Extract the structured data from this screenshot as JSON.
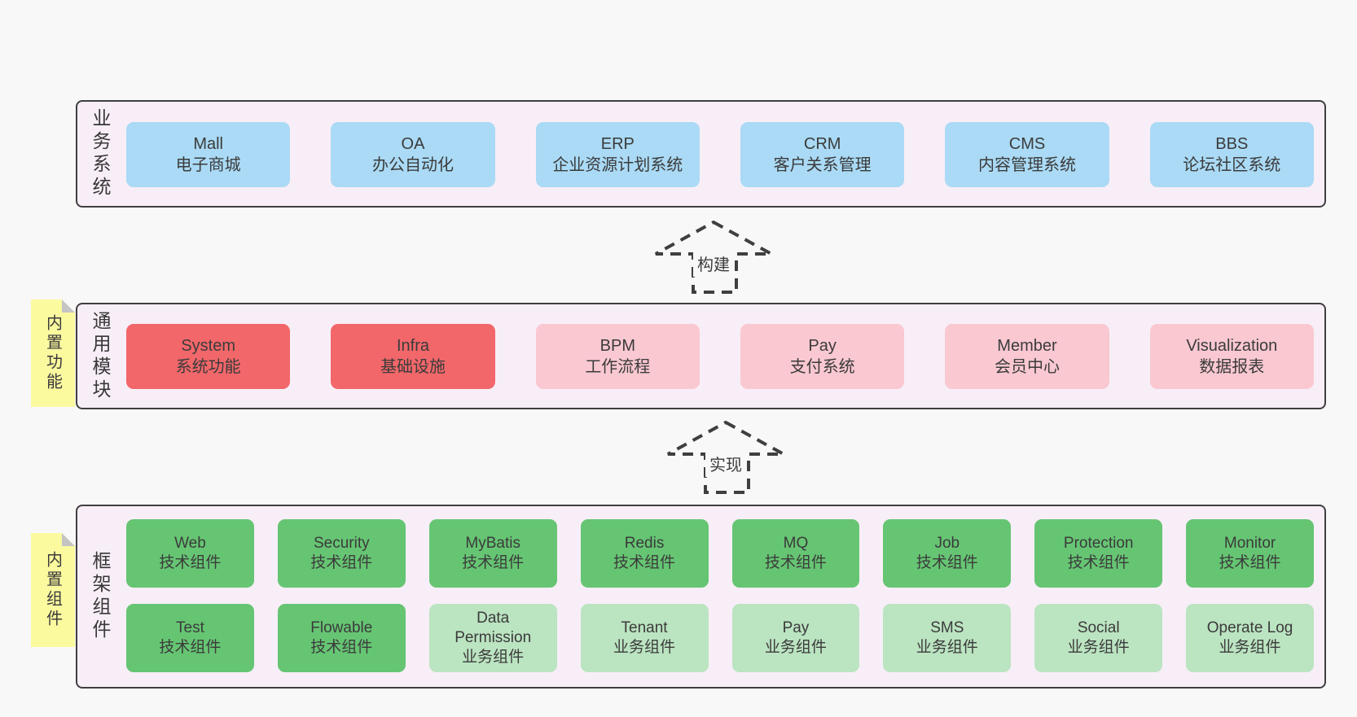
{
  "colors": {
    "page-bg": "#f8f8f8",
    "band-bg": "#f8eef7",
    "line": "#3f3f3f",
    "text": "#3a3a3a",
    "box-blue": "#aadaf5",
    "box-red": "#f2676a",
    "box-pink": "#f9c8d1",
    "box-green": "#66c573",
    "box-green-light": "#bbe4c1",
    "sticky-bg": "#fcfa9f",
    "sticky-fold": "#c4c4c4"
  },
  "bands": {
    "business": {
      "label": "业务系统",
      "boxes": [
        {
          "en": "Mall",
          "zh": "电子商城"
        },
        {
          "en": "OA",
          "zh": "办公自动化"
        },
        {
          "en": "ERP",
          "zh": "企业资源计划系统"
        },
        {
          "en": "CRM",
          "zh": "客户关系管理"
        },
        {
          "en": "CMS",
          "zh": "内容管理系统"
        },
        {
          "en": "BBS",
          "zh": "论坛社区系统"
        }
      ]
    },
    "modules": {
      "label": "通用模块",
      "sticky": "内置功能",
      "boxes": [
        {
          "en": "System",
          "zh": "系统功能"
        },
        {
          "en": "Infra",
          "zh": "基础设施"
        },
        {
          "en": "BPM",
          "zh": "工作流程"
        },
        {
          "en": "Pay",
          "zh": "支付系统"
        },
        {
          "en": "Member",
          "zh": "会员中心"
        },
        {
          "en": "Visualization",
          "zh": "数据报表"
        }
      ]
    },
    "components": {
      "label": "框架组件",
      "sticky": "内置组件",
      "row1": [
        {
          "en": "Web",
          "zh": "技术组件"
        },
        {
          "en": "Security",
          "zh": "技术组件"
        },
        {
          "en": "MyBatis",
          "zh": "技术组件"
        },
        {
          "en": "Redis",
          "zh": "技术组件"
        },
        {
          "en": "MQ",
          "zh": "技术组件"
        },
        {
          "en": "Job",
          "zh": "技术组件"
        },
        {
          "en": "Protection",
          "zh": "技术组件"
        },
        {
          "en": "Monitor",
          "zh": "技术组件"
        }
      ],
      "row2": [
        {
          "en": "Test",
          "zh": "技术组件"
        },
        {
          "en": "Flowable",
          "zh": "技术组件"
        },
        {
          "en": "Data Permission",
          "zh": "业务组件"
        },
        {
          "en": "Tenant",
          "zh": "业务组件"
        },
        {
          "en": "Pay",
          "zh": "业务组件"
        },
        {
          "en": "SMS",
          "zh": "业务组件"
        },
        {
          "en": "Social",
          "zh": "业务组件"
        },
        {
          "en": "Operate Log",
          "zh": "业务组件"
        }
      ]
    }
  },
  "arrows": {
    "build": "构建",
    "implement": "实现"
  }
}
